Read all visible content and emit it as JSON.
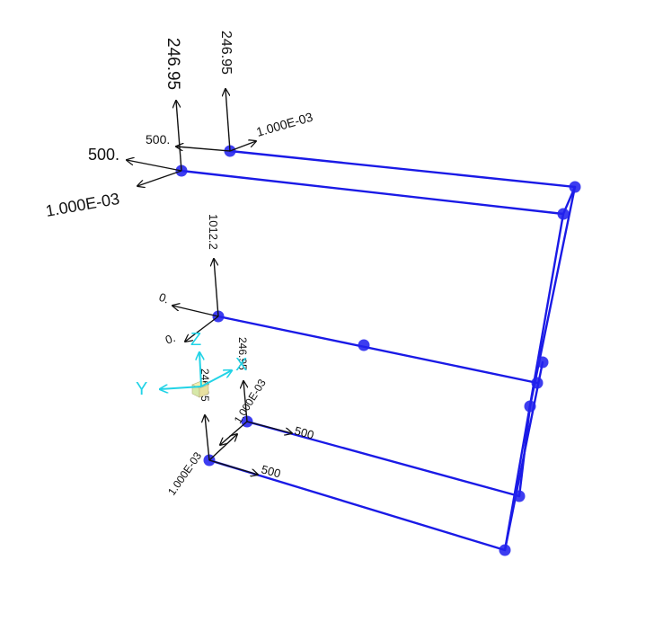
{
  "colors": {
    "member": "#1a1ae6",
    "node": "#2222ee",
    "load_arrow": "#111111",
    "axis_triad": "#22d3e6",
    "background": "#ffffff"
  },
  "icons": {
    "node": "filled-circle",
    "load": "arrow",
    "triad_cube": "small-3d-cube"
  },
  "axis_triad": {
    "x_label": "X",
    "y_label": "Y",
    "z_label": "Z"
  },
  "loads": {
    "top_left_up": "246.95",
    "top_left_left": "500.",
    "top_left_down": "1.000E-03",
    "top_mid_up": "246.95",
    "top_mid_left": "500.",
    "top_mid_right": "1.000E-03",
    "middle_up": "1012.2",
    "middle_left_a": "0.",
    "middle_left_b": "0.",
    "lower_up": "246.95",
    "lower_diag": "1.000E-03",
    "lower_right": "500",
    "bottom_up": "246.95",
    "bottom_diag": "1.000E-03",
    "bottom_right": "500"
  }
}
